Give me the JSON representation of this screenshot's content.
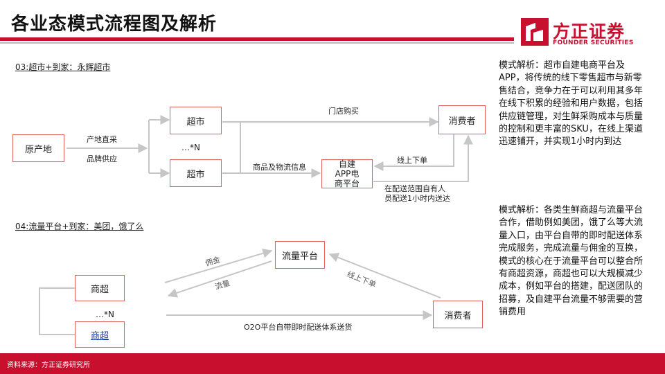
{
  "title": "各业态模式流程图及解析",
  "logo": {
    "name_cn": "方正证券",
    "name_en": "FOUNDER SECURITIES"
  },
  "section1": {
    "label": "03:超市+到家：永辉超市",
    "nodes": {
      "origin": "原产地",
      "supermarket_1": "超市",
      "supermarket_2": "超市",
      "ellipsis": "…*N",
      "consumer": "消费者",
      "app": "自建\nAPP电\n商平台"
    },
    "edges": {
      "direct_purchase": "产地直采",
      "brand_supply": "品牌供应",
      "store_purchase": "门店购买",
      "goods_logistics": "商品及物流信息",
      "online_order": "线上下单",
      "delivery": "在配送范围自有人\n员配送1小时内送达"
    }
  },
  "section2": {
    "label": "04:流量平台+到家：美团，饿了么",
    "nodes": {
      "platform": "流量平台",
      "merchant_1": "商超",
      "merchant_2": "商超",
      "ellipsis": "…*N",
      "consumer": "消费者"
    },
    "edges": {
      "commission": "佣金",
      "traffic": "流量",
      "online_order": "线上下单",
      "o2o_delivery": "O2O平台自带即时配送体系送货"
    }
  },
  "analysis_1": "模式解析：超市自建电商平台及APP，将传统的线下零售超市与新零售结合，竞争力在于可以利用其多年在线下积累的经验和用户数据，包括供应链管理，对生鲜采购成本与质量的控制和更丰富的SKU，在线上渠道迅速铺开，并实现1小时内到达",
  "analysis_2": "模式解析：各类生鲜商超与流量平台合作，借助例如美团，饿了么等大流量入口，由平台自带的即时配送体系完成服务，完成流量与佣金的互换，模式的核心在于流量平台可以整合所有商超资源，商超也可以大规模减少成本，例如平台的搭建，配送团队的招募，及自建平台流量不够需要的营销费用",
  "source": "资料来源：方正证券研究所",
  "colors": {
    "brand_red": "#c8102e",
    "box_border": "#e06060",
    "arrow_grey": "#c6c6c6"
  }
}
